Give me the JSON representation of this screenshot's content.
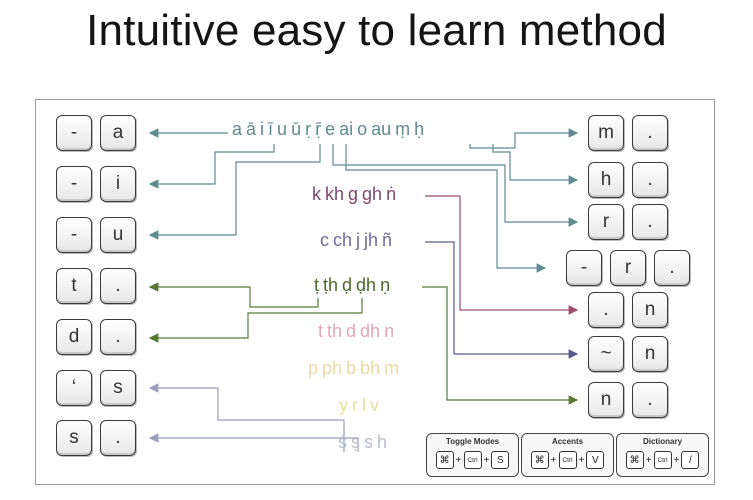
{
  "title": "Intuitive easy to learn method",
  "rows": {
    "vowels": {
      "color": "#5f8a90",
      "tokens": [
        "a",
        "ā",
        "i",
        "ī",
        "u",
        "ū",
        "ṛ",
        "ṝ",
        "e",
        "ai",
        "o",
        "au",
        "ṃ",
        "ḥ"
      ]
    },
    "velar": {
      "color": "#7b4a6e",
      "tokens": [
        "k",
        "kh",
        "g",
        "gh",
        "ṅ"
      ]
    },
    "palatal": {
      "color": "#6e6a9a",
      "tokens": [
        "c",
        "ch",
        "j",
        "jh",
        "ñ"
      ]
    },
    "retroflex": {
      "color": "#4c6a2c",
      "tokens": [
        "ṭ",
        "ṭh",
        "ḍ",
        "ḍh",
        "ṇ"
      ]
    },
    "dental": {
      "color": "#e3a9b8",
      "tokens": [
        "t",
        "th",
        "d",
        "dh",
        "n"
      ]
    },
    "labial": {
      "color": "#ecd9a7",
      "tokens": [
        "p",
        "ph",
        "b",
        "bh",
        "m"
      ]
    },
    "semivowel": {
      "color": "#e8e1a0",
      "tokens": [
        "y",
        "r",
        "l",
        "v"
      ]
    },
    "sibilant": {
      "color": "#b9bccb",
      "tokens": [
        "ś",
        "ṣ",
        "s",
        "h"
      ]
    }
  },
  "left_keys": [
    [
      "-",
      "a"
    ],
    [
      "-",
      "i"
    ],
    [
      "-",
      "u"
    ],
    [
      "t",
      "."
    ],
    [
      "d",
      "."
    ],
    [
      "‘",
      "s"
    ],
    [
      "s",
      "."
    ]
  ],
  "right_keys": [
    [
      "m",
      "."
    ],
    [
      "h",
      "."
    ],
    [
      "r",
      "."
    ],
    [
      "-",
      "r",
      "."
    ],
    [
      ".",
      "n"
    ],
    [
      "~",
      "n"
    ],
    [
      "n",
      "."
    ]
  ],
  "shortcuts": [
    {
      "label": "Toggle Modes",
      "keys": [
        "⌘",
        "Ctrl",
        "S"
      ]
    },
    {
      "label": "Accents",
      "keys": [
        "⌘",
        "Ctrl",
        "V"
      ]
    },
    {
      "label": "Dictionary",
      "keys": [
        "⌘",
        "Ctrl",
        "/"
      ]
    }
  ],
  "colors": {
    "vowel_link": "#5f8a90",
    "velar_link": "#a04a6e",
    "palatal_link": "#5a5a8c",
    "retroflex_link": "#557a35",
    "labial_link": "#9c9cc0",
    "key_border": "#3a3a3a"
  }
}
